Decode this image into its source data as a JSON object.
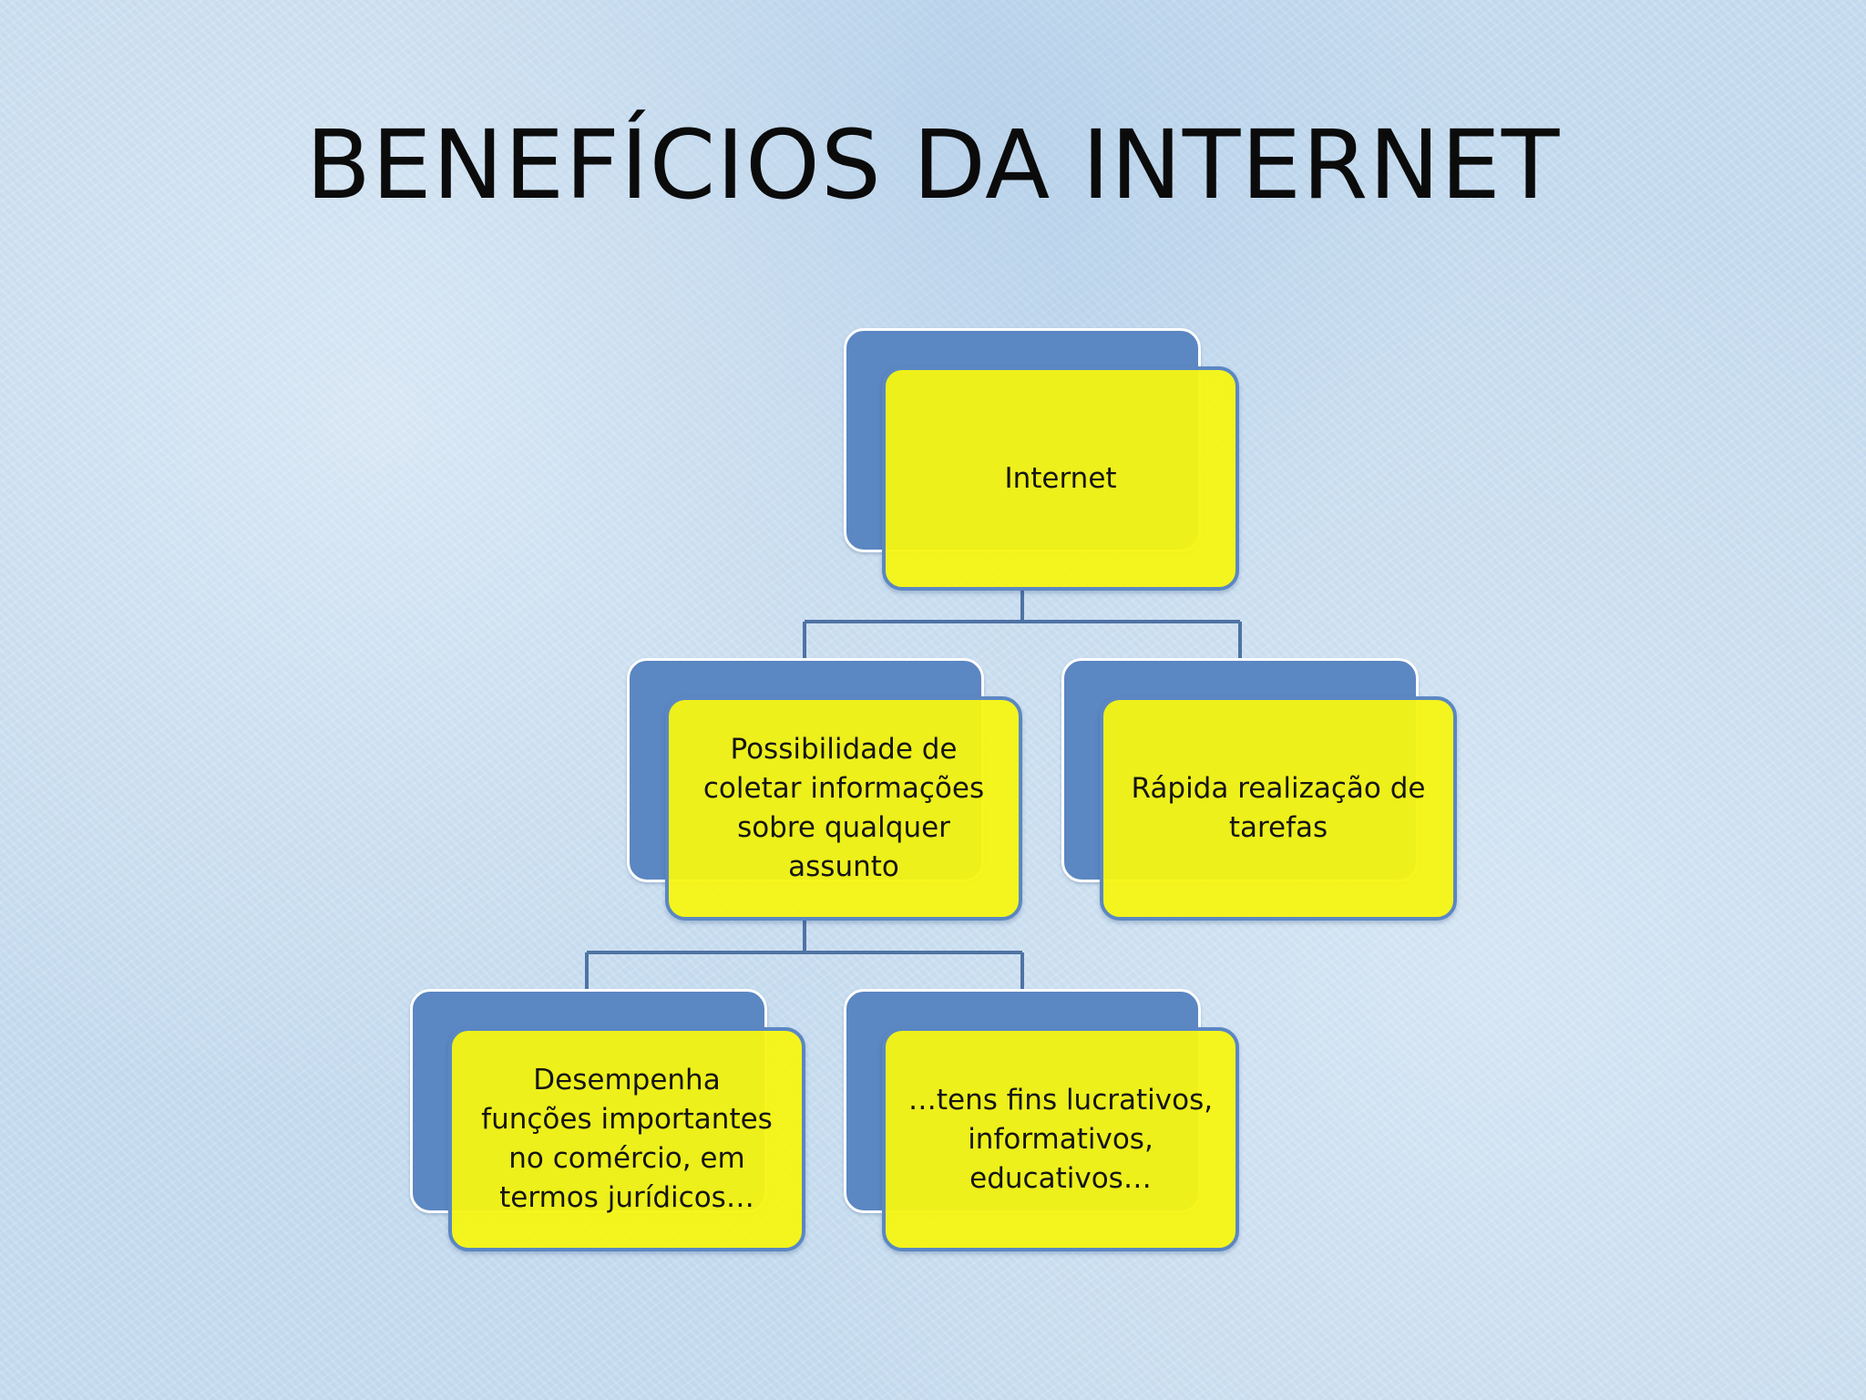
{
  "slide": {
    "title": "BENEFÍCIOS DA INTERNET"
  },
  "diagram": {
    "root": "Internet",
    "level1": {
      "left": "Possibilidade de coletar informações sobre qualquer assunto",
      "right": "Rápida realização de tarefas"
    },
    "level2": {
      "left": "Desempenha funções importantes no comércio, em termos jurídicos…",
      "right": "…tens fins lucrativos, informativos, educativos…"
    }
  },
  "colors": {
    "box_fill": "#f5f512",
    "box_back": "#5b87c2",
    "connector": "#4f73a4",
    "background": "#c6dcef"
  }
}
